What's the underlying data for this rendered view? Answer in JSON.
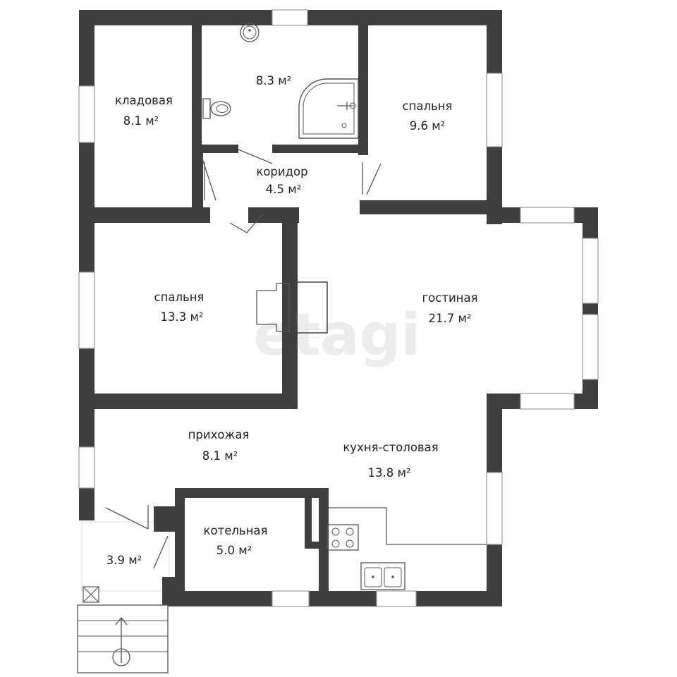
{
  "plan": {
    "rooms": [
      {
        "id": "storage",
        "name": "кладовая",
        "area": "8.1 м²"
      },
      {
        "id": "bathroom",
        "name": "",
        "area": "8.3 м²"
      },
      {
        "id": "bedroom-small",
        "name": "спальня",
        "area": "9.6 м²"
      },
      {
        "id": "corridor",
        "name": "коридор",
        "area": "4.5 м²"
      },
      {
        "id": "bedroom-large",
        "name": "спальня",
        "area": "13.3 м²"
      },
      {
        "id": "living-room",
        "name": "гостиная",
        "area": "21.7 м²"
      },
      {
        "id": "hallway",
        "name": "прихожая",
        "area": "8.1 м²"
      },
      {
        "id": "kitchen-dining",
        "name": "кухня-столовая",
        "area": "13.8 м²"
      },
      {
        "id": "boiler-room",
        "name": "котельная",
        "area": "5.0 м²"
      },
      {
        "id": "vestibule",
        "name": "",
        "area": "3.9 м²"
      }
    ],
    "watermark": "etagi",
    "colors": {
      "wall": "#3f3f3f",
      "background": "#ffffff",
      "window": "#ffffff",
      "watermark": "#ececec"
    }
  }
}
